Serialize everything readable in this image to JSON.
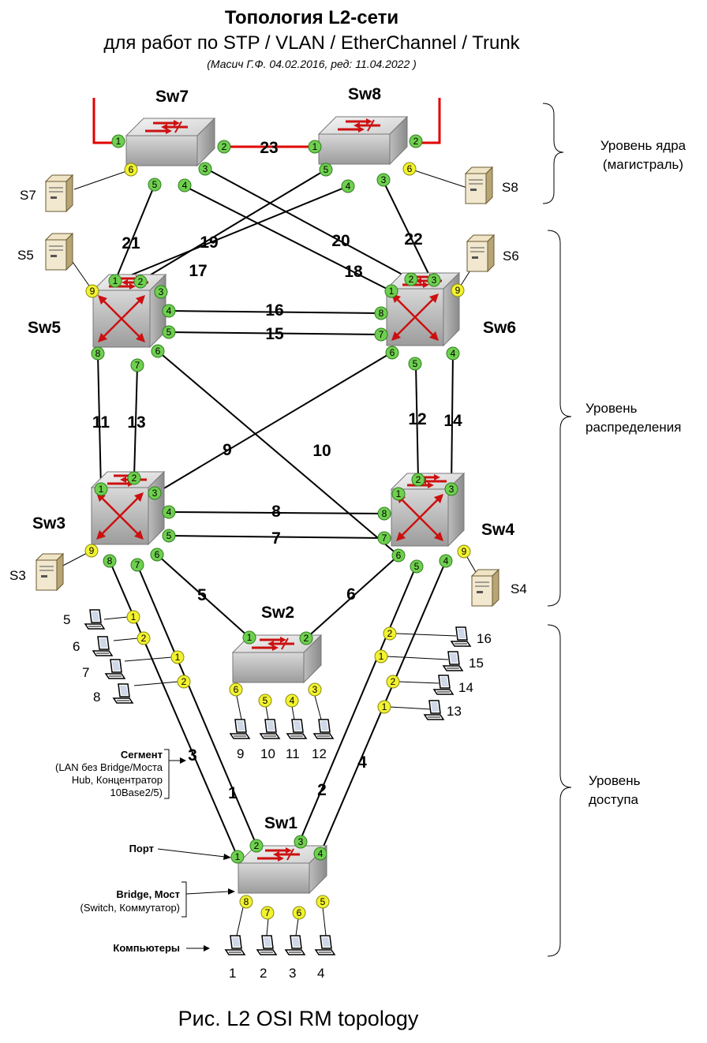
{
  "title": {
    "line1": "Топология L2-сети",
    "line2": "для работ по STP / VLAN / EtherChannel / Trunk",
    "line3": "(Масич Г.Ф. 04.02.2016, ред: 11.04.2022 )"
  },
  "caption": "Рис. L2 OSI RM topology",
  "levels": {
    "core": [
      "Уровень ядра",
      "(магистраль)"
    ],
    "distribution": [
      "Уровень",
      "распределения"
    ],
    "access": [
      "Уровень",
      "доступа"
    ]
  },
  "switches": {
    "sw7": "Sw7",
    "sw8": "Sw8",
    "sw5": "Sw5",
    "sw6": "Sw6",
    "sw3": "Sw3",
    "sw4": "Sw4",
    "sw2": "Sw2",
    "sw1": "Sw1"
  },
  "servers": {
    "s7": "S7",
    "s8": "S8",
    "s5": "S5",
    "s6": "S6",
    "s3": "S3",
    "s4": "S4"
  },
  "links": [
    "1",
    "2",
    "3",
    "4",
    "5",
    "6",
    "7",
    "8",
    "9",
    "10",
    "11",
    "12",
    "13",
    "14",
    "15",
    "16",
    "17",
    "18",
    "19",
    "20",
    "21",
    "22",
    "23"
  ],
  "computers": {
    "sw1": [
      "1",
      "2",
      "3",
      "4"
    ],
    "sw2": [
      "9",
      "10",
      "11",
      "12"
    ],
    "sw3": [
      "5",
      "6",
      "7",
      "8"
    ],
    "sw4": [
      "16",
      "15",
      "14",
      "13"
    ]
  },
  "legend": {
    "segment_title": "Сегмент",
    "segment_lines": [
      "(LAN без Bridge/Моста",
      "Hub, Концентратор",
      "10Base2/5)"
    ],
    "port": "Порт",
    "bridge_title": "Bridge, Мост",
    "bridge_sub": "(Switch, Коммутатор)",
    "computers": "Компьютеры"
  },
  "colors": {
    "port_trunk": "#6fcf4f",
    "port_access": "#f2f230",
    "uplink": "#e00000",
    "arrow": "#cc1010"
  }
}
